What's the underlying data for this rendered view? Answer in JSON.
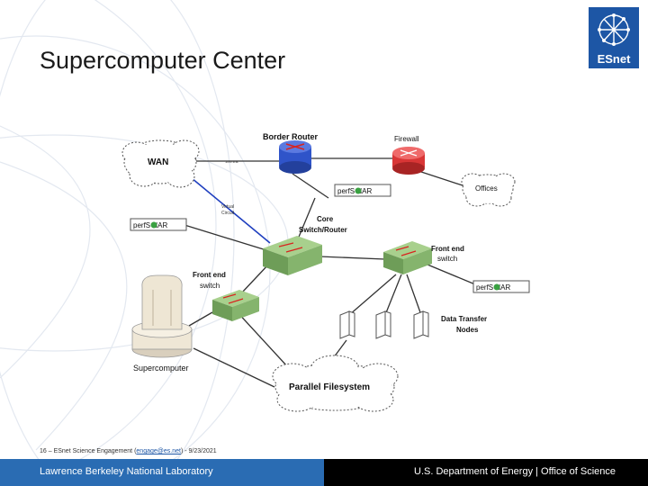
{
  "slide": {
    "title": "Supercomputer Center",
    "logo_text": "ESnet"
  },
  "diagram": {
    "border_router": "Border Router",
    "firewall": "Firewall",
    "wan": "WAN",
    "wan_link_label": "10G link",
    "offices": "Offices",
    "virtual_circuit": [
      "Virtual",
      "Circuit"
    ],
    "core_switch": [
      "Core",
      "Switch/Router"
    ],
    "front_end_switch_right": [
      "Front end",
      "switch"
    ],
    "front_end_switch_left": [
      "Front end",
      "switch"
    ],
    "perfsonar": "perfS NAR",
    "data_transfer_nodes": [
      "Data Transfer",
      "Nodes"
    ],
    "supercomputer": "Supercomputer",
    "parallel_filesystem": "Parallel Filesystem"
  },
  "footer": {
    "note_prefix": "16 – ESnet Science Engagement (",
    "note_email": "engage@es.net",
    "note_suffix": ") - 9/23/2021",
    "left": "Lawrence Berkeley National Laboratory",
    "right": "U.S. Department of Energy  |  Office of Science"
  },
  "colors": {
    "accent_blue": "#1d56a5",
    "router_blue": "#2f54c9",
    "firewall_red": "#d93636",
    "switch_green": "#7fb26a",
    "footer_left": "#2a6cb3",
    "footer_right": "#000000"
  }
}
